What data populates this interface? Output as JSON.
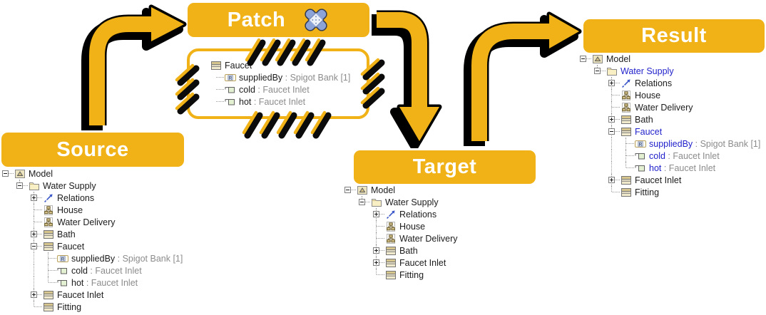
{
  "colors": {
    "accent": "#F0B216",
    "header_text": "#FFFFFF",
    "tree_text": "#1C1C1C",
    "type_text": "#8C8C8C",
    "changed_text": "#2222CC",
    "patch_background": "#FFFFFF"
  },
  "headers": {
    "source": "Source",
    "patch": "Patch",
    "target": "Target",
    "result": "Result",
    "patch_icon": "bandaid-icon"
  },
  "trees": {
    "source": {
      "root": {
        "label": "Model",
        "icon": "model",
        "expand": "minus",
        "children": [
          {
            "label": "Water Supply",
            "icon": "folder",
            "expand": "minus",
            "children": [
              {
                "label": "Relations",
                "icon": "relations",
                "expand": "plus"
              },
              {
                "label": "House",
                "icon": "org"
              },
              {
                "label": "Water Delivery",
                "icon": "org"
              },
              {
                "label": "Bath",
                "icon": "class",
                "expand": "plus"
              },
              {
                "label": "Faucet",
                "icon": "class",
                "expand": "minus",
                "children": [
                  {
                    "label": "suppliedBy",
                    "type": "Spigot Bank [1]",
                    "icon": "ref"
                  },
                  {
                    "label": "cold",
                    "type": "Faucet Inlet",
                    "icon": "port"
                  },
                  {
                    "label": "hot",
                    "type": "Faucet Inlet",
                    "icon": "port"
                  }
                ]
              },
              {
                "label": "Faucet Inlet",
                "icon": "class",
                "expand": "plus"
              },
              {
                "label": "Fitting",
                "icon": "class"
              }
            ]
          }
        ]
      }
    },
    "patch": {
      "bare_root": true,
      "root": {
        "label": "Faucet",
        "icon": "class",
        "children": [
          {
            "label": "suppliedBy",
            "type": "Spigot Bank [1]",
            "icon": "ref"
          },
          {
            "label": "cold",
            "type": "Faucet Inlet",
            "icon": "port"
          },
          {
            "label": "hot",
            "type": "Faucet Inlet",
            "icon": "port"
          }
        ]
      }
    },
    "target": {
      "root": {
        "label": "Model",
        "icon": "model",
        "expand": "minus",
        "children": [
          {
            "label": "Water Supply",
            "icon": "folder",
            "expand": "minus",
            "children": [
              {
                "label": "Relations",
                "icon": "relations",
                "expand": "plus"
              },
              {
                "label": "House",
                "icon": "org"
              },
              {
                "label": "Water Delivery",
                "icon": "org"
              },
              {
                "label": "Bath",
                "icon": "class",
                "expand": "plus"
              },
              {
                "label": "Faucet Inlet",
                "icon": "class",
                "expand": "plus"
              },
              {
                "label": "Fitting",
                "icon": "class"
              }
            ]
          }
        ]
      }
    },
    "result": {
      "root": {
        "label": "Model",
        "icon": "model",
        "expand": "minus",
        "children": [
          {
            "label": "Water Supply",
            "icon": "folder",
            "expand": "minus",
            "changed": true,
            "children": [
              {
                "label": "Relations",
                "icon": "relations",
                "expand": "plus"
              },
              {
                "label": "House",
                "icon": "org"
              },
              {
                "label": "Water Delivery",
                "icon": "org"
              },
              {
                "label": "Bath",
                "icon": "class",
                "expand": "plus"
              },
              {
                "label": "Faucet",
                "icon": "class",
                "expand": "minus",
                "changed": true,
                "children": [
                  {
                    "label": "suppliedBy",
                    "type": "Spigot Bank [1]",
                    "icon": "ref",
                    "changed": true
                  },
                  {
                    "label": "cold",
                    "type": "Faucet Inlet",
                    "icon": "port",
                    "changed": true
                  },
                  {
                    "label": "hot",
                    "type": "Faucet Inlet",
                    "icon": "port",
                    "changed": true
                  }
                ]
              },
              {
                "label": "Faucet Inlet",
                "icon": "class",
                "expand": "plus"
              },
              {
                "label": "Fitting",
                "icon": "class"
              }
            ]
          }
        ]
      }
    }
  }
}
